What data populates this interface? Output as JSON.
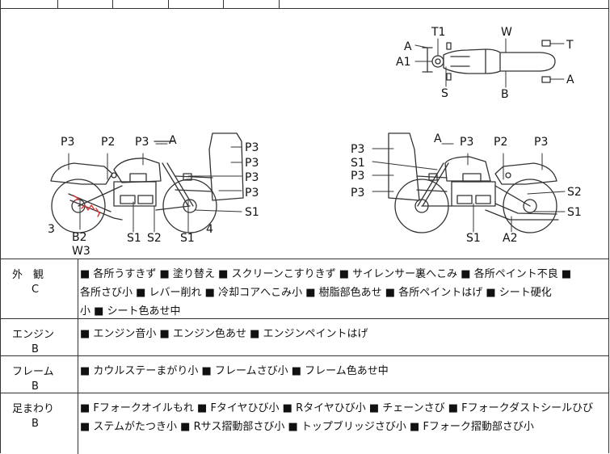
{
  "diagram": {
    "top_view_labels": {
      "a_left": "A",
      "t1": "T1",
      "w": "W",
      "t_right": "T",
      "a1": "A1",
      "a_right": "A",
      "s": "S",
      "b": "B"
    },
    "left_side_labels": {
      "p3_a": "P3",
      "p2": "P2",
      "p3_b": "P3",
      "a": "A",
      "p3_c": "P3",
      "p3_d": "P3",
      "p3_e": "P3",
      "p3_f": "P3",
      "s1_right": "S1",
      "n3": "3",
      "n4": "4",
      "b2": "B2",
      "w3": "W3",
      "s1_a": "S1",
      "s2": "S2",
      "s1_b": "S1"
    },
    "right_side_labels": {
      "a": "A",
      "p3_a": "P3",
      "p2": "P2",
      "p3_b": "P3",
      "p3_c": "P3",
      "s1_left": "S1",
      "p3_d": "P3",
      "p3_e": "P3",
      "s2": "S2",
      "s1_right": "S1",
      "s1_bottom": "S1",
      "a2": "A2"
    }
  },
  "sections": [
    {
      "name": "外　観",
      "grade": "C",
      "lines": [
        "■ 各所うすきず ■ 塗り替え ■ スクリーンこすりきず ■ サイレンサー裏へこみ ■ 各所ペイント不良 ■",
        "各所さび小 ■ レバー削れ ■ 冷却コアへこみ小 ■ 樹脂部色あせ ■ 各所ペイントはげ ■ シート硬化",
        "小 ■ シート色あせ中"
      ]
    },
    {
      "name": "エンジン",
      "grade": "B",
      "lines": [
        "■ エンジン音小 ■ エンジン色あせ ■ エンジンペイントはげ"
      ]
    },
    {
      "name": "フレーム",
      "grade": "B",
      "lines": [
        "■ カウルステーまがり小 ■ フレームさび小 ■ フレーム色あせ中"
      ]
    },
    {
      "name": "足まわり",
      "grade": "B",
      "lines": [
        "■ Fフォークオイルもれ ■ Fタイヤひび小 ■ Rタイヤひび小 ■ チェーンさび ■ Fフォークダストシールひび",
        "■ ステムがたつき小 ■ Rサス摺動部さび小 ■ トップブリッジさび小 ■ Fフォーク摺動部さび小"
      ]
    }
  ]
}
